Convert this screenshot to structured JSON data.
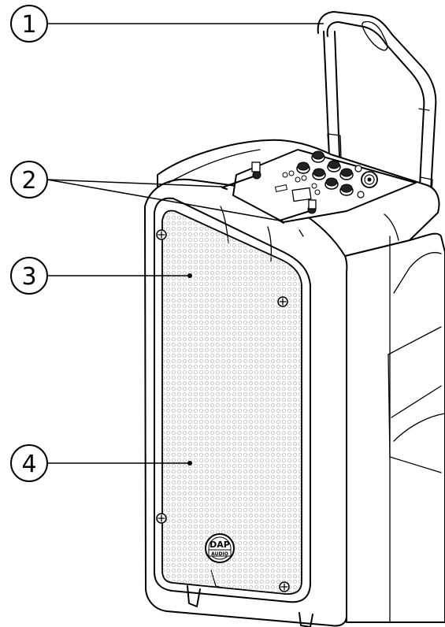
{
  "callouts": [
    {
      "number": "1",
      "part": "handle"
    },
    {
      "number": "2",
      "part": "antennas"
    },
    {
      "number": "3",
      "part": "grille-upper"
    },
    {
      "number": "4",
      "part": "grille-lower"
    }
  ],
  "badge": {
    "line1": "DAP",
    "line2": "AUDIO"
  },
  "colors": {
    "line": "#000000",
    "background": "#ffffff",
    "grille_dots": "#b9b9b9"
  }
}
